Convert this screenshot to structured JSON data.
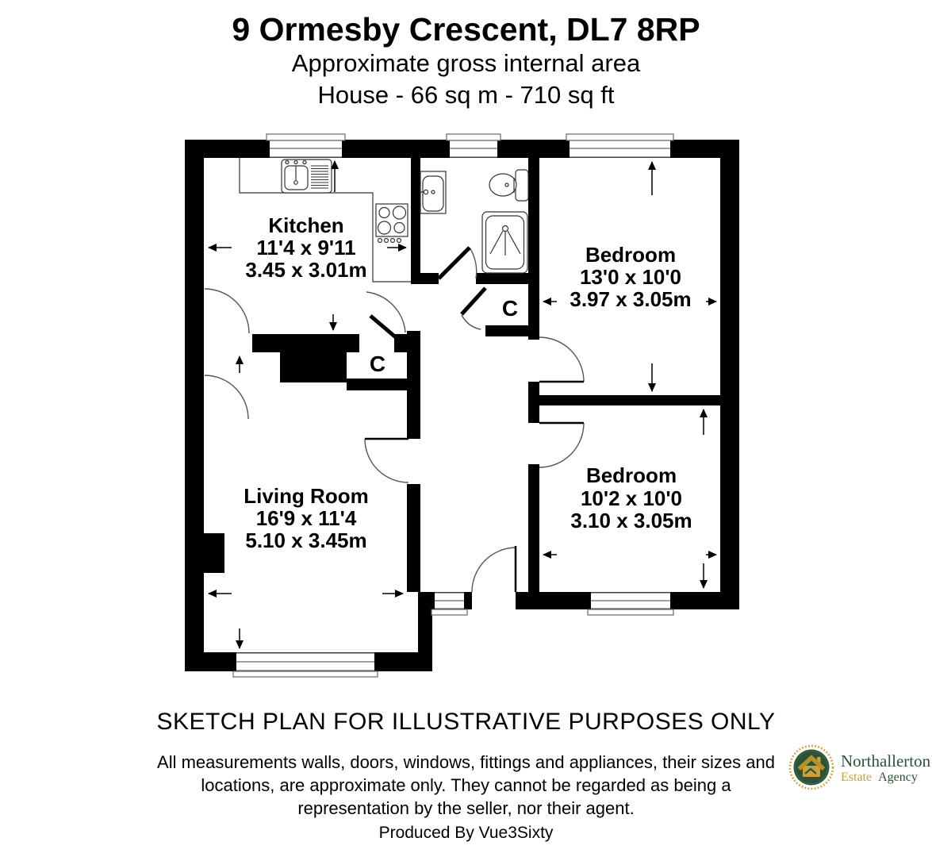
{
  "header": {
    "title": "9 Ormesby Crescent, DL7 8RP",
    "subtitle1": "Approximate gross internal area",
    "subtitle2": "House - 66 sq m - 710 sq ft"
  },
  "rooms": {
    "kitchen": {
      "name": "Kitchen",
      "imperial": "11'4 x 9'11",
      "metric": "3.45 x 3.01m"
    },
    "bedroom1": {
      "name": "Bedroom",
      "imperial": "13'0 x 10'0",
      "metric": "3.97 x 3.05m"
    },
    "bedroom2": {
      "name": "Bedroom",
      "imperial": "10'2 x 10'0",
      "metric": "3.10 x 3.05m"
    },
    "living_room": {
      "name": "Living Room",
      "imperial": "16'9 x 11'4",
      "metric": "5.10 x 3.45m"
    },
    "closet_hall": {
      "label": "C"
    },
    "closet_bathroom": {
      "label": "C"
    }
  },
  "footer": {
    "sketch_note": "SKETCH PLAN FOR ILLUSTRATIVE PURPOSES ONLY",
    "disclaimer_line1": "All measurements walls, doors, windows, fittings and appliances, their sizes and",
    "disclaimer_line2": "locations, are approximate only. They cannot be regarded as being a",
    "disclaimer_line3": "representation by the seller, nor their agent.",
    "produced_by": "Produced By Vue3Sixty"
  },
  "logo": {
    "name_line": "Northallerton",
    "estate_word": "Estate",
    "agency_word": "Agency",
    "colors": {
      "green": "#2c5237",
      "gold": "#c9a13b"
    }
  },
  "plan_colors": {
    "wall": "#000000",
    "background": "#ffffff"
  }
}
